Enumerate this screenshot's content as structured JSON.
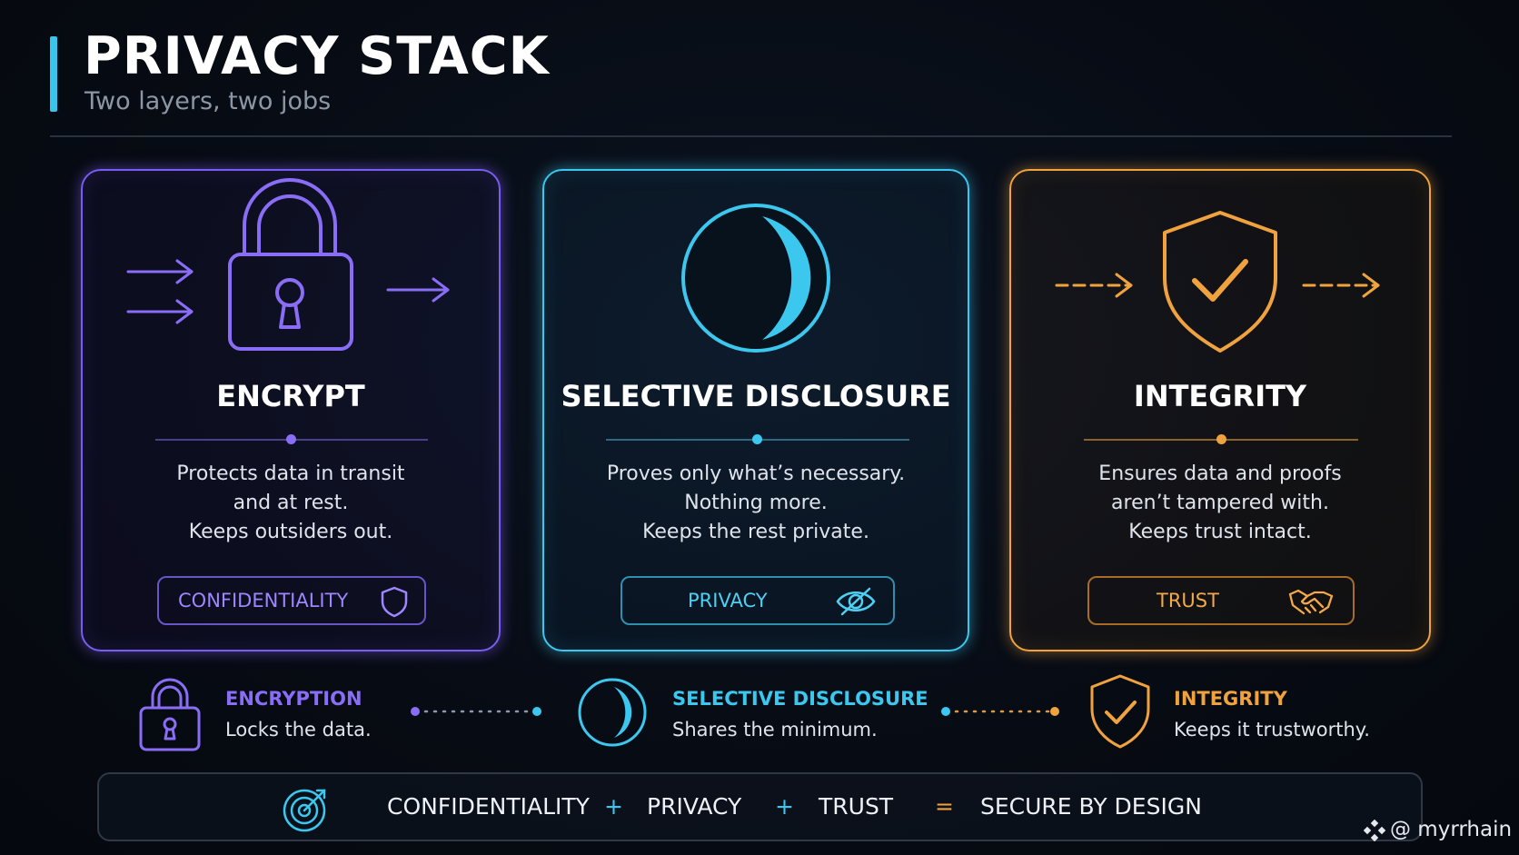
{
  "header": {
    "title": "PRIVACY STACK",
    "subtitle": "Two layers, two jobs"
  },
  "colors": {
    "accent": "#39c4ec",
    "encrypt": "#7b5cf2",
    "disclosure": "#3cc7ee",
    "integrity": "#f0a23e",
    "background": "#070b13"
  },
  "cards": [
    {
      "title": "ENCRYPT",
      "description": [
        "Protects data in transit",
        "and at rest.",
        "Keeps outsiders out."
      ],
      "badge_label": "CONFIDENTIALITY",
      "icon": "padlock-icon",
      "badge_icon": "shield-icon"
    },
    {
      "title": "SELECTIVE DISCLOSURE",
      "description": [
        "Proves only what’s necessary.",
        "Nothing more.",
        "Keeps the rest private."
      ],
      "badge_label": "PRIVACY",
      "icon": "crescent-moon-icon",
      "badge_icon": "eye-slash-icon"
    },
    {
      "title": "INTEGRITY",
      "description": [
        "Ensures data and proofs",
        "aren’t tampered with.",
        "Keeps trust intact."
      ],
      "badge_label": "TRUST",
      "icon": "shield-check-icon",
      "badge_icon": "handshake-icon"
    }
  ],
  "legend": [
    {
      "title": "ENCRYPTION",
      "text": "Locks the data.",
      "icon": "padlock-icon"
    },
    {
      "title": "SELECTIVE DISCLOSURE",
      "text": "Shares the minimum.",
      "icon": "crescent-moon-icon"
    },
    {
      "title": "INTEGRITY",
      "text": "Keeps it trustworthy.",
      "icon": "shield-check-icon"
    }
  ],
  "summary": {
    "icon": "target-icon",
    "items": [
      "CONFIDENTIALITY",
      "PRIVACY",
      "TRUST",
      "SECURE BY DESIGN"
    ],
    "operators": [
      "+",
      "+",
      "="
    ]
  },
  "watermark": {
    "text": "@ myrrhain",
    "icon": "logo-diamond-icon"
  }
}
